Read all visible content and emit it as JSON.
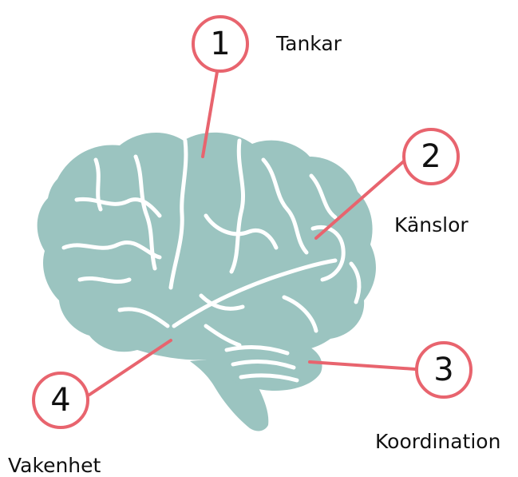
{
  "colors": {
    "brain": "#9bc4c0",
    "accent": "#e8646e",
    "background": "#ffffff",
    "text": "#111111"
  },
  "regions": [
    {
      "number": "1",
      "label": "Tankar"
    },
    {
      "number": "2",
      "label": "Känslor"
    },
    {
      "number": "3",
      "label": "Koordination"
    },
    {
      "number": "4",
      "label": "Vakenhet"
    }
  ]
}
